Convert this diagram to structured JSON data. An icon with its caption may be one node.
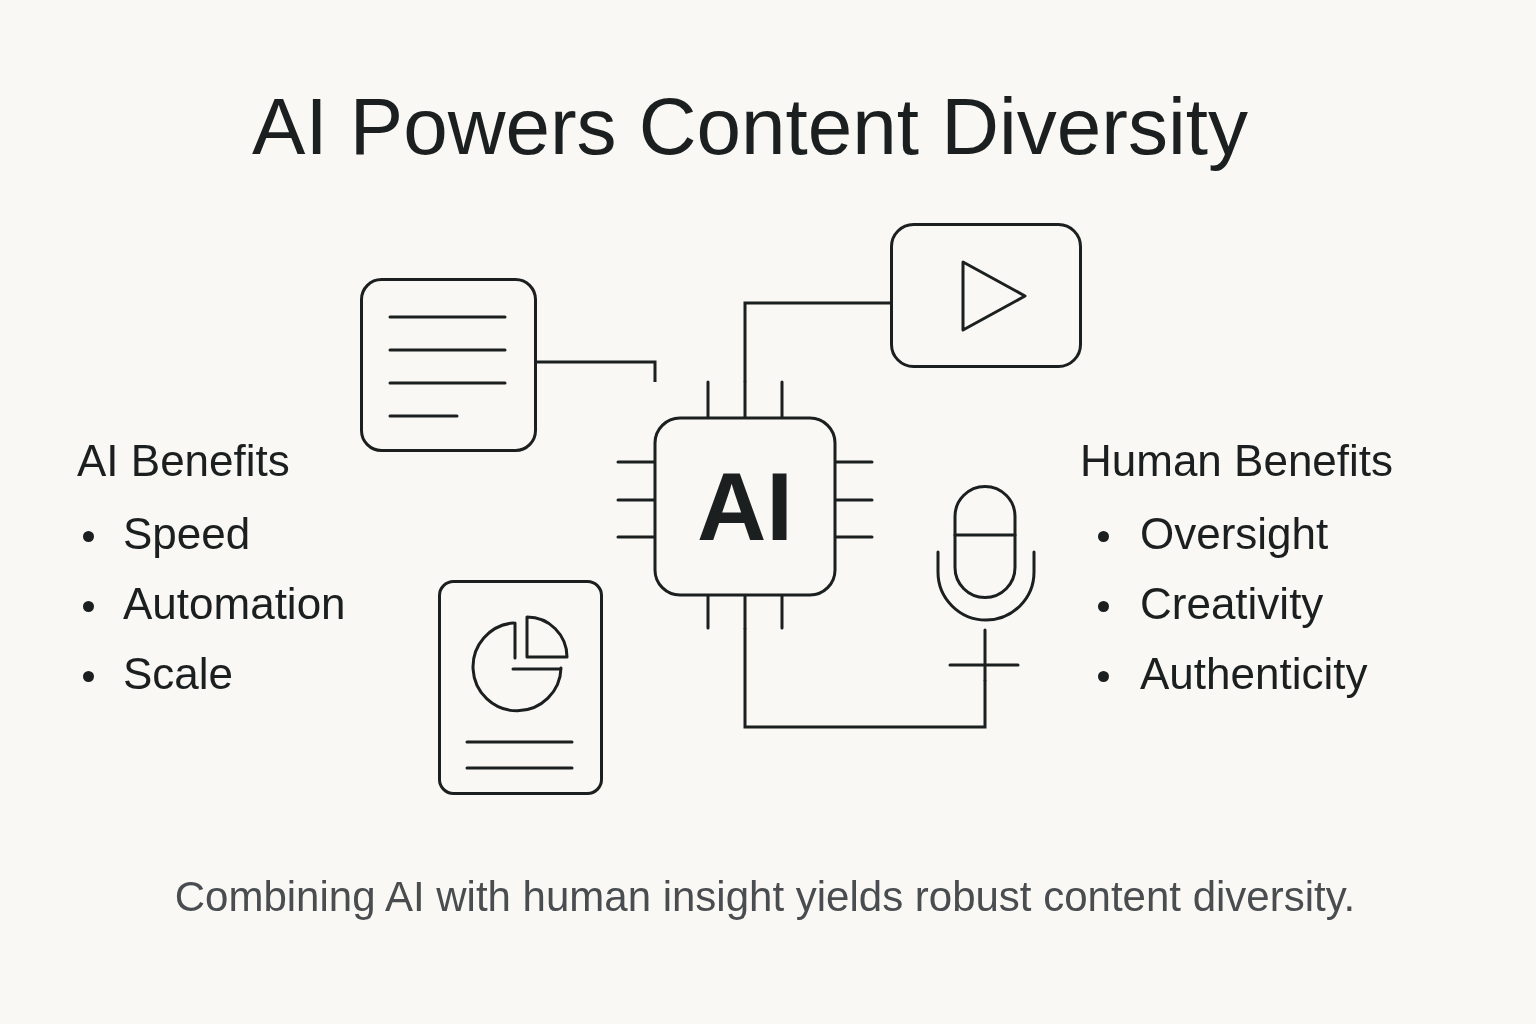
{
  "diagram": {
    "title": "AI Powers Content Diversity",
    "caption": "Combining AI with human insight yields robust content diversity.",
    "nodes": [
      {
        "text": [],
        "shape": "picture"
      },
      {
        "text": [],
        "shape": "picture"
      },
      {
        "text": [
          "AI"
        ]
      },
      {
        "text": [],
        "shape": "picture"
      },
      {
        "text": [],
        "shape": "picture"
      }
    ],
    "edges": [
      {
        "from": 0,
        "to": 2,
        "arrow": "none"
      },
      {
        "from": 1,
        "to": 2,
        "arrow": "none"
      },
      {
        "from": 2,
        "to": 4,
        "arrow": "none"
      }
    ],
    "labels": [
      "AI Benefits",
      "Speed",
      "Automation",
      "Scale",
      "Human Benefits",
      "Oversight",
      "Creativity",
      "Authenticity"
    ]
  }
}
